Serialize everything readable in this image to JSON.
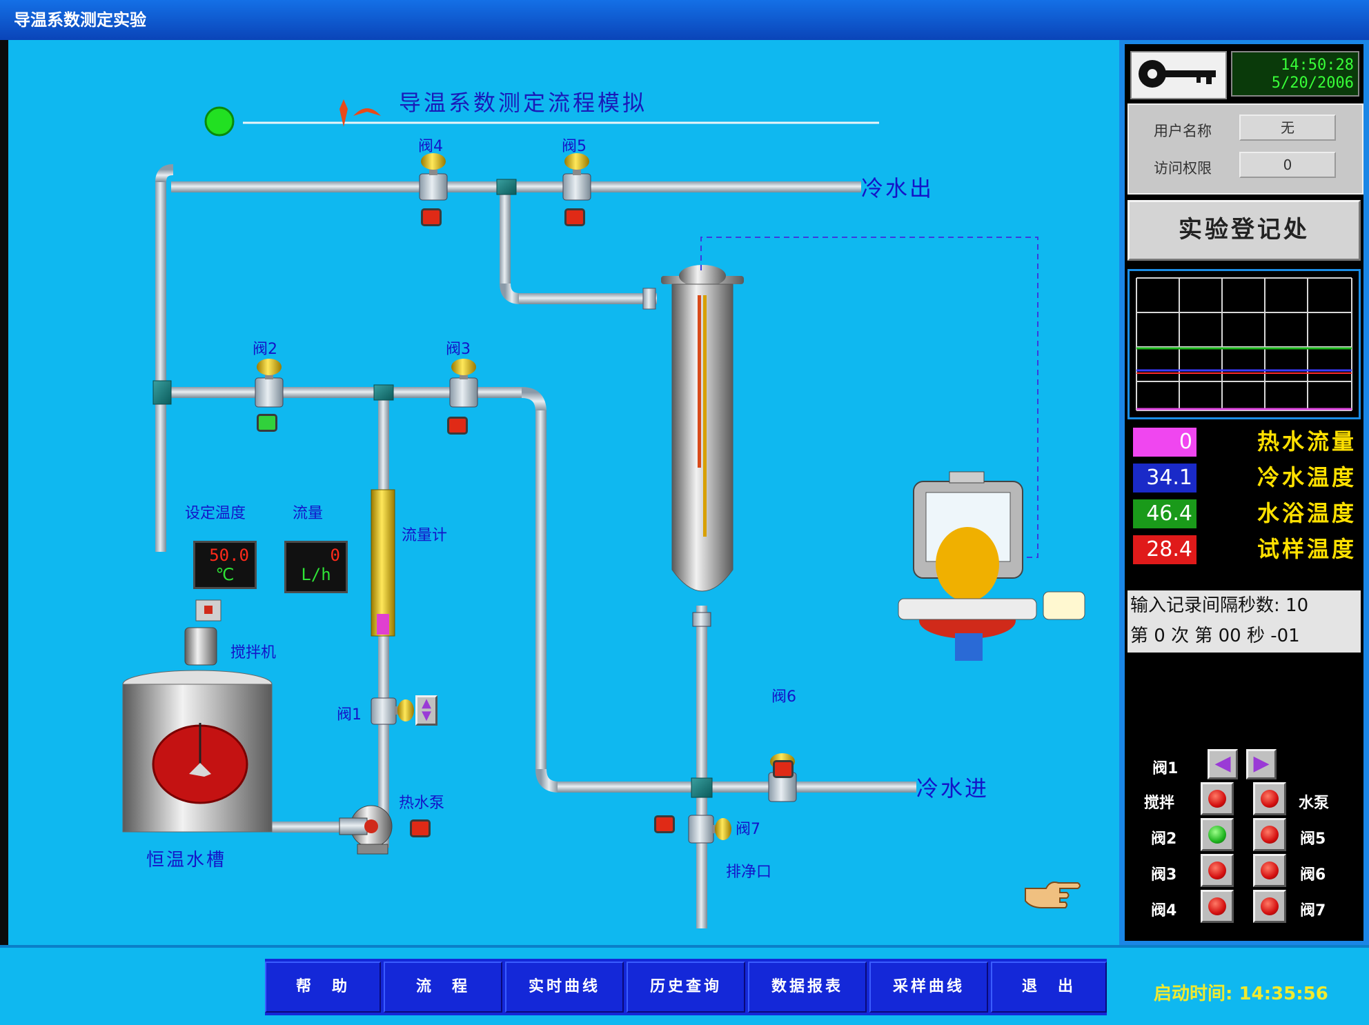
{
  "window": {
    "title": "导温系数测定实验"
  },
  "process": {
    "title": "导温系数测定流程模拟",
    "labels": {
      "cold_out": "冷水出",
      "cold_in": "冷水进",
      "set_temp": "设定温度",
      "flow": "流量",
      "flowmeter": "流量计",
      "stirrer": "搅拌机",
      "tank": "恒温水槽",
      "hot_pump": "热水泵",
      "drain": "排净口"
    },
    "valves": {
      "v1": "阀1",
      "v2": "阀2",
      "v3": "阀3",
      "v4": "阀4",
      "v5": "阀5",
      "v6": "阀6",
      "v7": "阀7"
    },
    "set_temp_display": {
      "value": "50.0",
      "unit": "℃"
    },
    "flow_display": {
      "value": "0",
      "unit": "L/h"
    }
  },
  "panel": {
    "clock_time": "14:50:28",
    "clock_date": "5/20/2006",
    "user_label": "用户名称",
    "user_value": "无",
    "access_label": "访问权限",
    "access_value": "0",
    "register_button": "实验登记处",
    "readings": [
      {
        "value": "0",
        "label": "热水流量",
        "color": "#f046f0"
      },
      {
        "value": "34.1",
        "label": "冷水温度",
        "color": "#1a2ac8"
      },
      {
        "value": "46.4",
        "label": "水浴温度",
        "color": "#1a9a1a"
      },
      {
        "value": "28.4",
        "label": "试样温度",
        "color": "#e01a1a"
      }
    ],
    "record_line1": "输入记录间隔秒数: 10",
    "record_line2": "第 0 次  第 00 秒   -01",
    "controls": {
      "valve1": "阀1",
      "stir": "搅拌",
      "pump": "水泵",
      "valve2": "阀2",
      "valve3": "阀3",
      "valve4": "阀4",
      "valve5": "阀5",
      "valve6": "阀6",
      "valve7": "阀7"
    }
  },
  "nav": {
    "buttons": [
      "帮　助",
      "流　程",
      "实时曲线",
      "历史查询",
      "数据报表",
      "采样曲线",
      "退　出"
    ],
    "start_time": "启动时间: 14:35:56"
  }
}
